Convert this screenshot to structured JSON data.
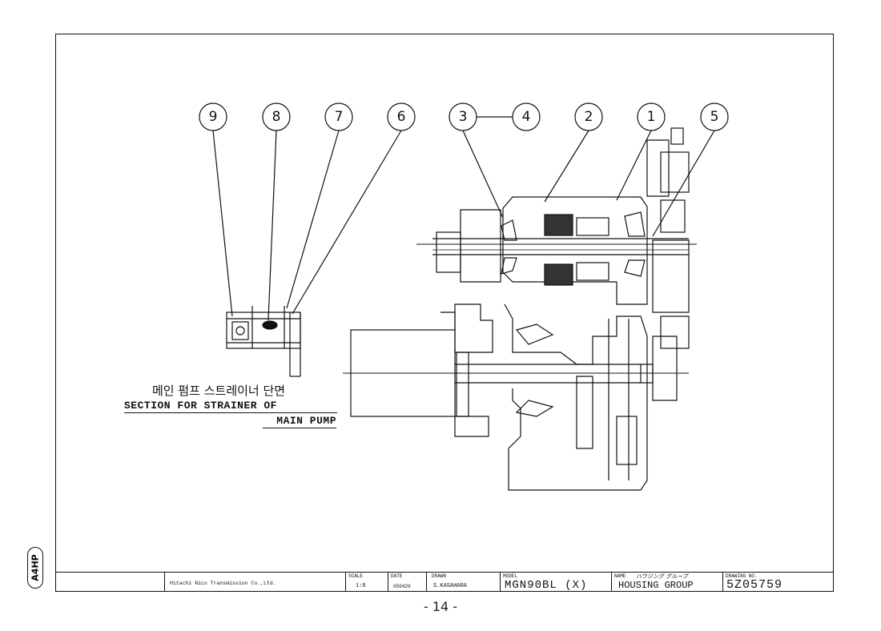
{
  "callouts": [
    "9",
    "8",
    "7",
    "6",
    "3",
    "4",
    "2",
    "1",
    "5"
  ],
  "section_label": {
    "korean": "메인 펌프 스트레이너 단면",
    "line1": "SECTION FOR STRAINER OF",
    "line2": "MAIN PUMP"
  },
  "title_block": {
    "company": "Hitachi Nico Transmission Co.,Ltd.",
    "scale_label": "SCALE",
    "scale_value": "1:8",
    "date_label": "DATE",
    "date_value": "050420",
    "drawn_label": "DRAWN",
    "drawn_value": "S.KASAHARA",
    "model_label": "MODEL",
    "model_value": "MGN90BL (X)",
    "name_label": "NAME",
    "name_jp": "ハウジング グループ",
    "name_value": "HOUSING GROUP",
    "drawing_no_label": "DRAWING NO.",
    "drawing_no_value": "5Z05759"
  },
  "side_tag": "A4HP",
  "page_number": "- 14 -"
}
